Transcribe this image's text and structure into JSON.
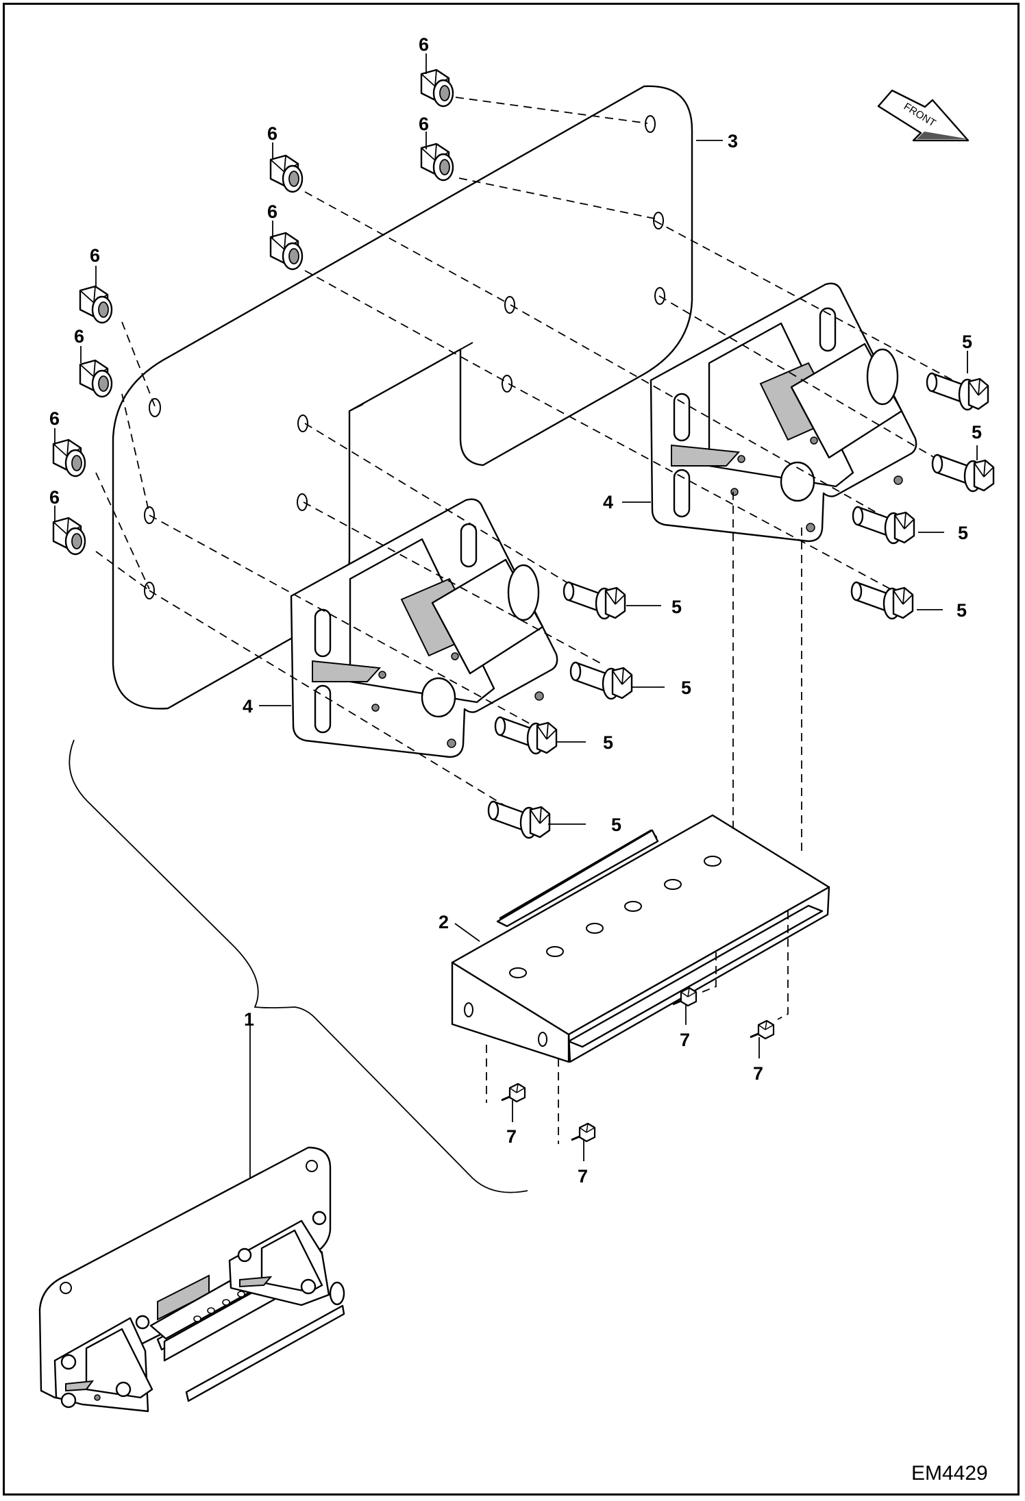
{
  "diagram": {
    "drawing_code": "EM4429",
    "direction_label": "FRONT",
    "callouts": {
      "item1": "1",
      "item2": "2",
      "item3": "3",
      "item4": "4",
      "item5": "5",
      "item6": "6",
      "item7": "7"
    }
  }
}
